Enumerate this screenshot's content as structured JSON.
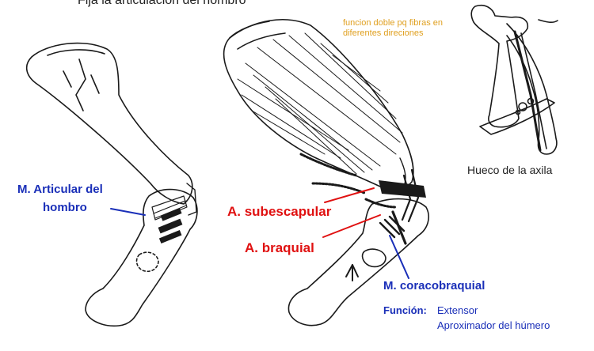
{
  "title": "Fija la articulación del hombro",
  "note": "funcion doble pq fibras en diferentes direciones",
  "labels": {
    "articular_line1": "M. Articular del",
    "articular_line2": "hombro",
    "subescapular": "A. subescapular",
    "braquial": "A. braquial",
    "coracobraquial": "M. coracobraquial",
    "funcion_label": "Función:",
    "funcion_1": "Extensor",
    "funcion_2": "Aproximador del húmero",
    "axila": "Hueco de la axila"
  },
  "colors": {
    "blue": "#1a2fb8",
    "red": "#e01010",
    "orange": "#e0a020",
    "ink": "#222222"
  }
}
